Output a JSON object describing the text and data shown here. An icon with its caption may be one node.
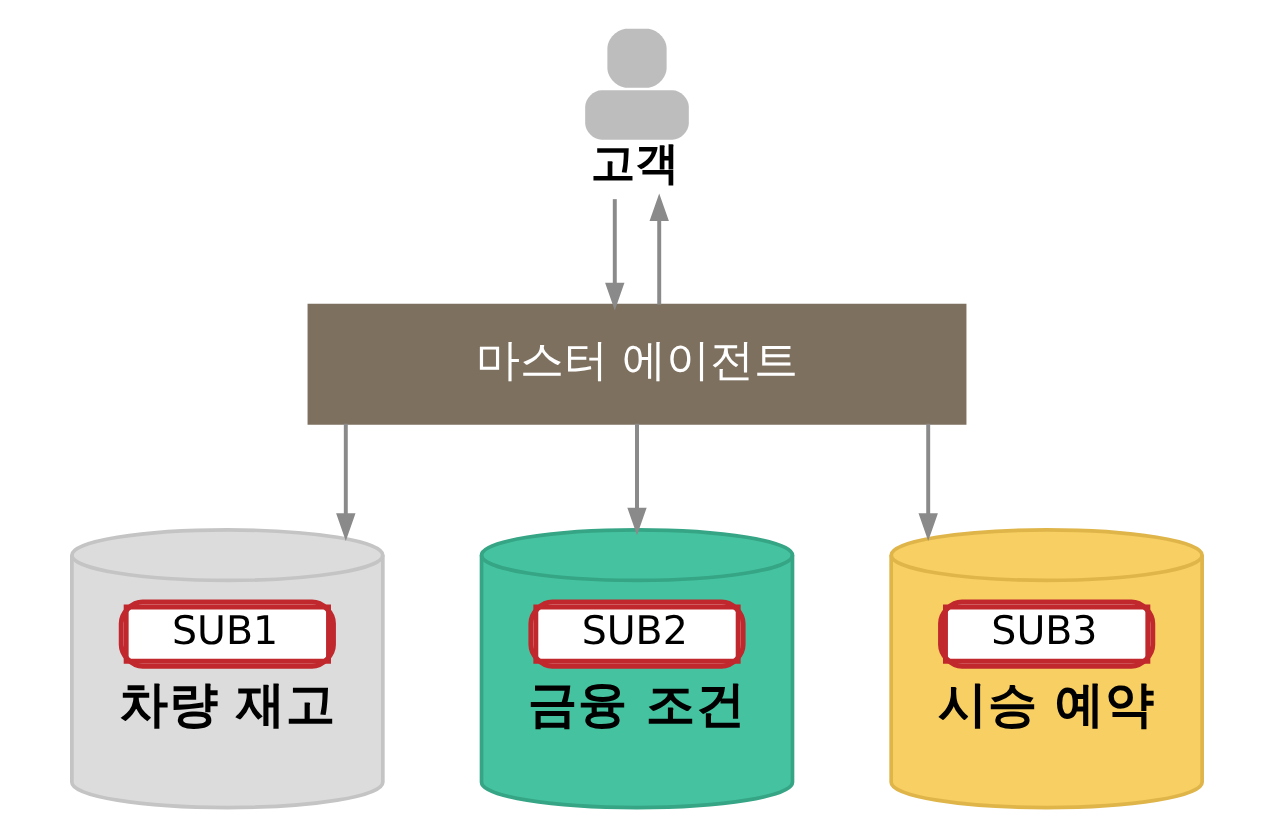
{
  "diagram": {
    "nodes": [
      {
        "text": [],
        "shape": "person",
        "beside": [
          "고객"
        ]
      },
      {
        "text": [
          "마스터 에이전트"
        ]
      },
      {
        "text": [
          "SUB1",
          "차량 재고"
        ]
      },
      {
        "text": [
          "SUB2",
          "금융 조건"
        ]
      },
      {
        "text": [
          "SUB3",
          "시승 예약"
        ]
      }
    ],
    "edges": [
      {
        "from": 1,
        "to": 0,
        "arrow": "to"
      },
      {
        "from": 0,
        "to": 1,
        "arrow": "to"
      },
      {
        "from": 1,
        "to": 2,
        "arrow": "to"
      },
      {
        "from": 1,
        "to": 3,
        "arrow": "to"
      },
      {
        "from": 1,
        "to": 4,
        "arrow": "to"
      }
    ]
  }
}
